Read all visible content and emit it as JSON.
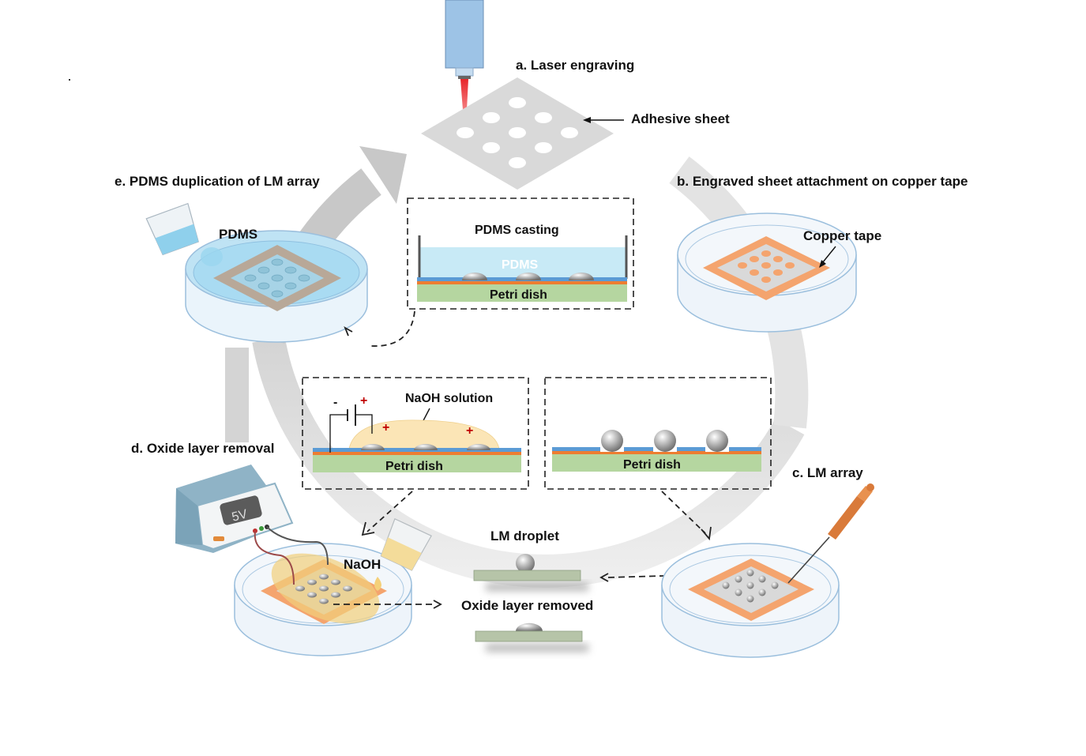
{
  "steps": {
    "a": {
      "title": "a. Laser engraving",
      "sheet_label": "Adhesive sheet"
    },
    "b": {
      "title": "b. Engraved sheet attachment on copper tape",
      "copper_label": "Copper tape"
    },
    "c": {
      "title": "c. LM array"
    },
    "d": {
      "title": "d. Oxide layer removal",
      "naoh_label": "NaOH",
      "supply_display": "5V"
    },
    "e": {
      "title": "e. PDMS duplication of LM array",
      "pdms_label": "PDMS"
    }
  },
  "insets": {
    "casting": {
      "title": "PDMS casting",
      "layer_label": "PDMS",
      "base_label": "Petri dish"
    },
    "naoh": {
      "title": "NaOH solution",
      "base_label": "Petri dish",
      "minus": "-",
      "plus": "+"
    },
    "array": {
      "base_label": "Petri dish"
    }
  },
  "comparison": {
    "droplet_label": "LM droplet",
    "removed_label": "Oxide layer removed"
  },
  "colors": {
    "cycle_arrow": "#c8c8c8",
    "copper": "#f4a46e",
    "sheet": "#d9d9d9",
    "petri_base": "#b5d6a0",
    "pdms": "#c8eaf6",
    "blue_layer": "#5b9bd5",
    "orange_layer": "#ed7d31",
    "naoh": "#fbe5b6",
    "laser": "#e8262b",
    "laser_head": "#9dc3e6"
  }
}
